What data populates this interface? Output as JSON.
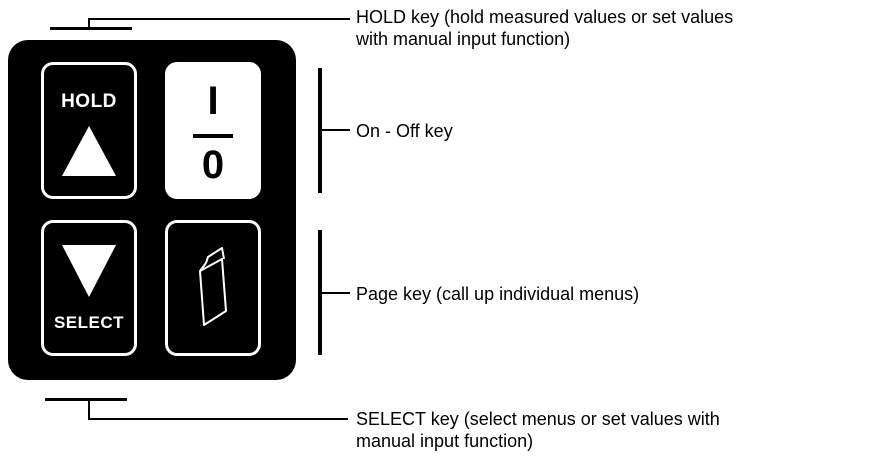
{
  "keypad": {
    "hold_key": {
      "text": "HOLD",
      "icon": "up-triangle-icon"
    },
    "onoff_key": {
      "top_symbol": "I",
      "bottom_symbol": "0"
    },
    "select_key": {
      "text": "SELECT",
      "icon": "down-triangle-icon"
    },
    "page_key": {
      "icon": "page-book-icon"
    }
  },
  "callouts": {
    "hold": {
      "line1": "HOLD key (hold measured values or set values",
      "line2": "with manual input function)"
    },
    "onoff": {
      "text": "On - Off key"
    },
    "page": {
      "text": "Page key (call up individual menus)"
    },
    "select": {
      "line1": "SELECT key (select menus or set values with",
      "line2": "manual input function)"
    }
  }
}
